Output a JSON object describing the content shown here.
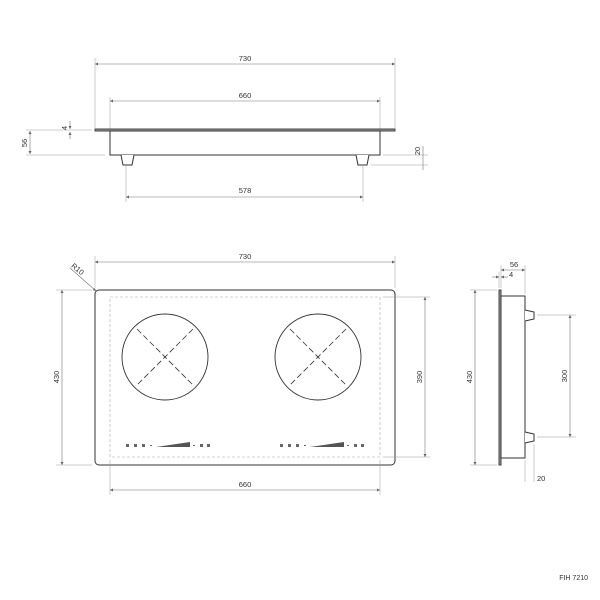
{
  "top_view": {
    "overall_width": "730",
    "body_width": "660",
    "feet_spacing": "578",
    "total_height": "56",
    "glass_thickness": "4",
    "feet_height": "20"
  },
  "front_view": {
    "overall_width": "730",
    "cutout_width": "660",
    "overall_depth": "430",
    "cutout_depth": "390",
    "corner_radius": "R10"
  },
  "side_view": {
    "glass_to_body": "56",
    "glass_thickness": "4",
    "depth": "430",
    "feet_spacing": "300",
    "feet_height": "20"
  },
  "model": "FIH 7210"
}
